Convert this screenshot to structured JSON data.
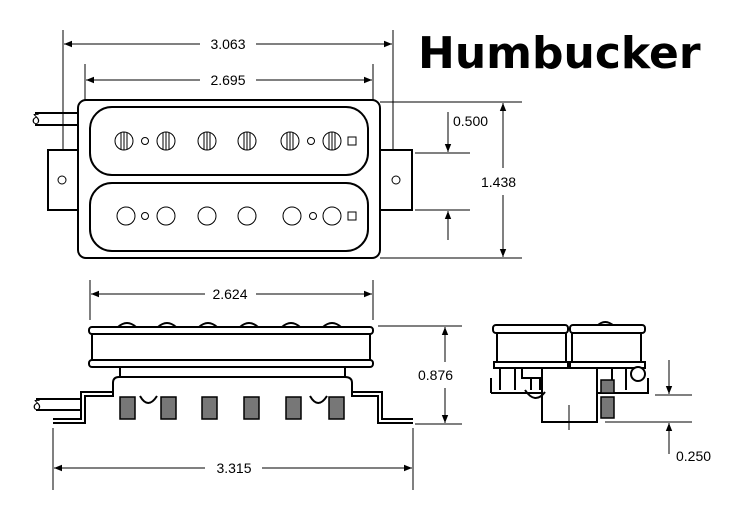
{
  "title": "Humbucker",
  "dimensions": {
    "overall_length_with_ears": "3.063",
    "body_length": "2.695",
    "pole_spacing_offset": "0.500",
    "body_width": "1.438",
    "bobbin_length": "2.624",
    "height": "0.876",
    "baseplate_length": "3.315",
    "leg_height": "0.250"
  }
}
